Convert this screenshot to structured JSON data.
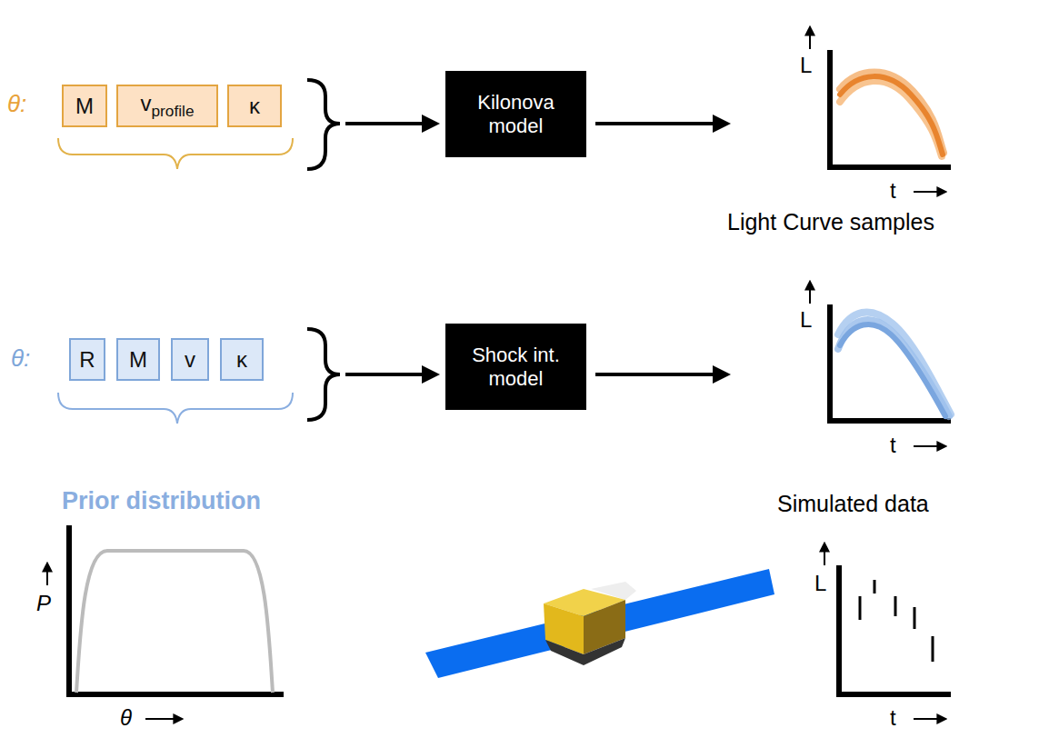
{
  "diagram": {
    "nodes": [
      {
        "text": [
          "M"
        ]
      },
      {
        "text": [
          "v",
          "profile"
        ]
      },
      {
        "text": [
          "κ"
        ]
      },
      {
        "text": [
          "Kilonova model"
        ]
      },
      {
        "text": [
          "R"
        ]
      },
      {
        "text": [
          "M"
        ]
      },
      {
        "text": [
          "v"
        ]
      },
      {
        "text": [
          "κ"
        ]
      },
      {
        "text": [
          "Shock int. model"
        ]
      }
    ],
    "labels": [
      "θ:",
      "L",
      "t",
      "Light Curve samples",
      "θ:",
      "L",
      "t",
      "Prior distribution",
      "P",
      "θ",
      "Simulated data",
      "L",
      "t"
    ]
  }
}
